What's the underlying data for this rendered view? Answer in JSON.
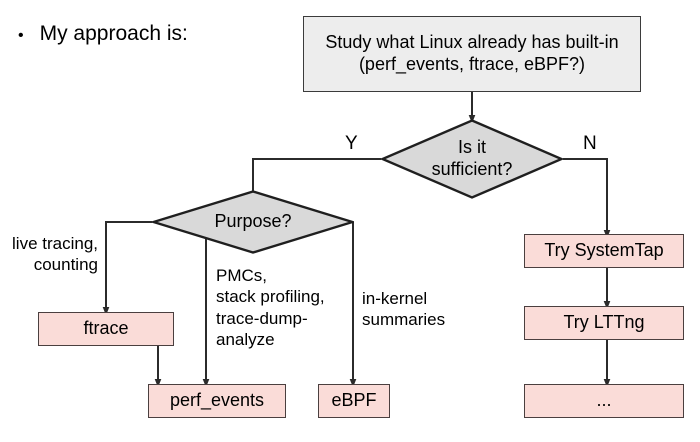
{
  "slide": {
    "bullet": {
      "marker": "•",
      "text": "My approach is:"
    }
  },
  "colors": {
    "process_fill": "#fadcd8",
    "start_fill": "#ededed",
    "decision_fill": "#d9d9d9",
    "stroke": "#3b3b3b",
    "text": "#000000",
    "background": "#ffffff"
  },
  "flowchart": {
    "nodes": {
      "start": {
        "type": "process",
        "label": "Study what Linux already has built-in\n(perf_events, ftrace, eBPF?)",
        "line1": "Study what Linux already has built-in",
        "line2": "(perf_events, ftrace, eBPF?)"
      },
      "decision_sufficient": {
        "type": "decision",
        "label": "Is it\nsufficient?",
        "line1": "Is it",
        "line2": "sufficient?"
      },
      "decision_purpose": {
        "type": "decision",
        "label": "Purpose?"
      },
      "ftrace": {
        "type": "process",
        "label": "ftrace"
      },
      "perf_events": {
        "type": "process",
        "label": "perf_events"
      },
      "ebpf": {
        "type": "process",
        "label": "eBPF"
      },
      "systemtap": {
        "type": "process",
        "label": "Try SystemTap"
      },
      "lttng": {
        "type": "process",
        "label": "Try LTTng"
      },
      "more": {
        "type": "process",
        "label": "..."
      }
    },
    "edge_labels": {
      "yes": "Y",
      "no": "N",
      "live_tracing": "live tracing,\ncounting",
      "pmcs": "PMCs,\nstack profiling,\ntrace-dump-\nanalyze",
      "in_kernel": "in-kernel\nsummaries"
    },
    "edges": [
      {
        "from": "start",
        "to": "decision_sufficient",
        "label": ""
      },
      {
        "from": "decision_sufficient",
        "to": "decision_purpose",
        "label": "Y"
      },
      {
        "from": "decision_sufficient",
        "to": "systemtap",
        "label": "N"
      },
      {
        "from": "decision_purpose",
        "to": "ftrace",
        "label": "live tracing, counting"
      },
      {
        "from": "decision_purpose",
        "to": "perf_events",
        "label": "PMCs, stack profiling, trace-dump-analyze"
      },
      {
        "from": "decision_purpose",
        "to": "ebpf",
        "label": "in-kernel summaries"
      },
      {
        "from": "ftrace",
        "to": "perf_events",
        "label": ""
      },
      {
        "from": "systemtap",
        "to": "lttng",
        "label": ""
      },
      {
        "from": "lttng",
        "to": "more",
        "label": ""
      }
    ]
  }
}
